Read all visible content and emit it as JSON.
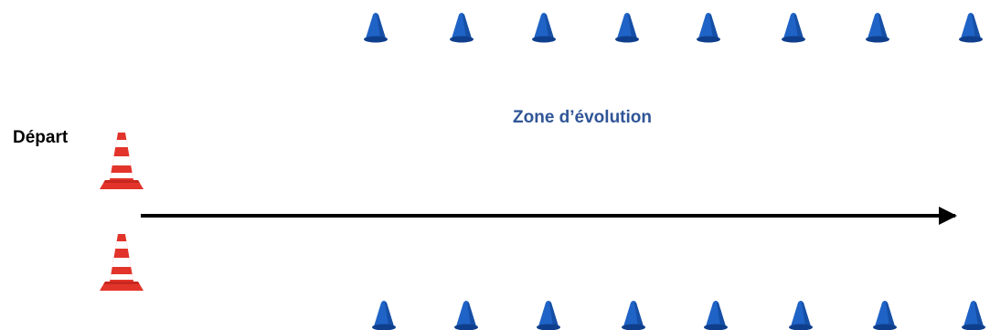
{
  "labels": {
    "start": "Départ",
    "zone": "Zone d’évolution"
  },
  "icons": {
    "start_cone": "traffic-cone-icon",
    "boundary_marker": "blue-cone-marker-icon",
    "direction": "arrow-right-icon"
  },
  "colors": {
    "zone_text": "#2f5597",
    "blue_cone": "#1f63c6",
    "blue_cone_dark": "#0f3f8c",
    "traffic_cone_red": "#e2342a",
    "traffic_cone_white": "#ffffff",
    "arrow": "#000000"
  },
  "top_markers_count": 8,
  "bottom_markers_count": 8
}
